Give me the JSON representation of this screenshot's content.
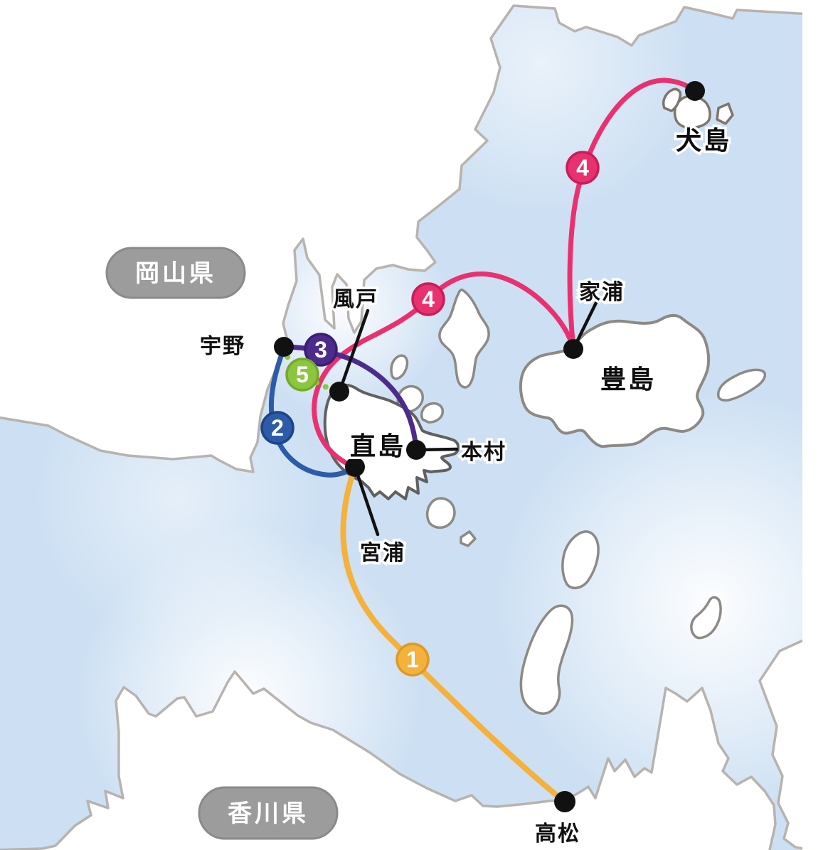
{
  "map": {
    "prefectures": [
      {
        "name": "岡山県"
      },
      {
        "name": "香川県"
      }
    ],
    "islands": [
      {
        "name": "直島"
      },
      {
        "name": "豊島"
      },
      {
        "name": "犬島"
      }
    ],
    "ports": [
      {
        "name": "宇野"
      },
      {
        "name": "風戸"
      },
      {
        "name": "本村"
      },
      {
        "name": "宮浦"
      },
      {
        "name": "家浦"
      },
      {
        "name": "高松"
      }
    ],
    "routes": [
      {
        "number": "1",
        "color": "#f4b13b",
        "ring": "#de9a26",
        "style": "solid",
        "from": "宮浦",
        "to": "高松"
      },
      {
        "number": "2",
        "color": "#2d5ba9",
        "ring": "#1d4489",
        "style": "solid",
        "from": "宇野",
        "to": "宮浦"
      },
      {
        "number": "3",
        "color": "#4c2b8d",
        "ring": "#3a1f70",
        "style": "solid",
        "from": "宇野",
        "to": "本村"
      },
      {
        "number": "4",
        "color": "#e93170",
        "ring": "#c81e58",
        "style": "solid",
        "from": "宮浦",
        "to": "家浦・犬島"
      },
      {
        "number": "5",
        "color": "#8cc63f",
        "ring": "#73ab29",
        "style": "dotted",
        "from": "宇野",
        "to": "風戸"
      }
    ],
    "colors": {
      "sea": "#cde0f3",
      "land": "#ffffff",
      "coast_mainland": "#b7b3ae",
      "coast_island": "#8d8984",
      "coast_naoshima": "#606060",
      "coast_inujima": "#7d766e",
      "badge_gray": "#9c9c9c",
      "badge_gray_ring": "#8a8a8a",
      "dot": "#111111",
      "leader": "#111111"
    }
  }
}
